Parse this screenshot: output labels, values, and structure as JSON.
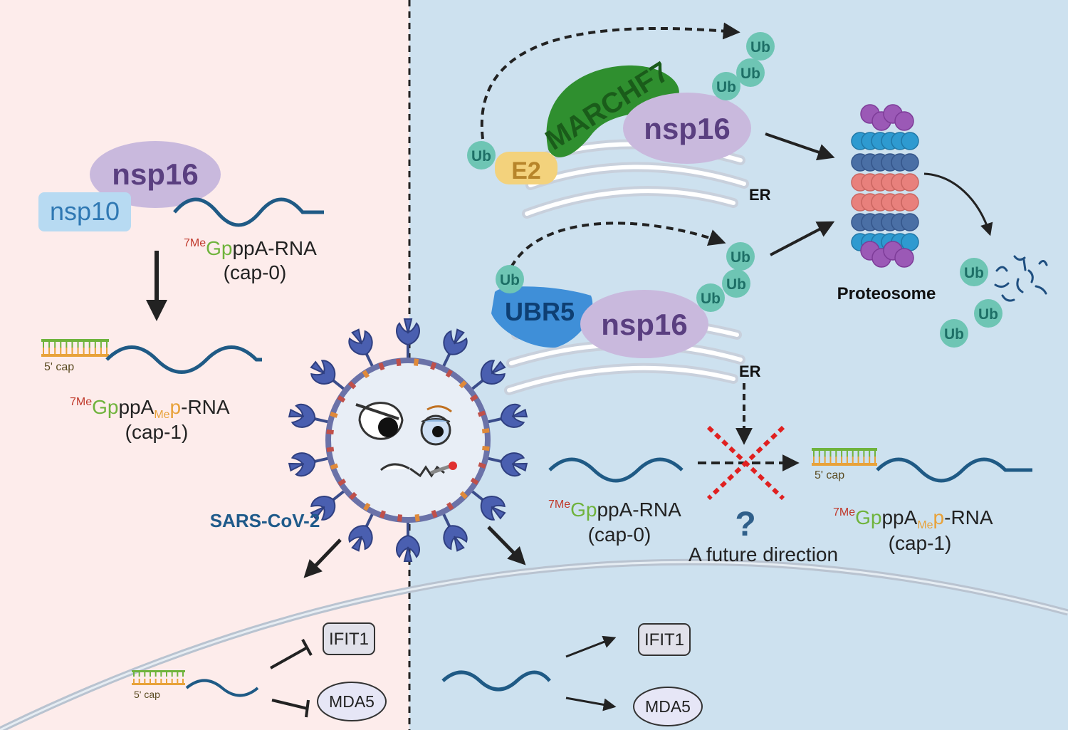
{
  "colors": {
    "left_bg": "#fdeceb",
    "right_bg": "#cde1ef",
    "nsp_purple": "#c9b9dd",
    "nsp_text": "#5a3f80",
    "nsp10_box": "#b7daf2",
    "nsp10_text": "#2f78b3",
    "rna_wave": "#1f5a85",
    "ub_teal": "#6ec5b4",
    "ub_text": "#1d6f66",
    "e2_fill": "#f3d27c",
    "e2_text": "#b7852a",
    "marchf7_fill": "#2f8f2f",
    "marchf7_text": "#1a5c1a",
    "ubr5_fill": "#3f8fd8",
    "ubr5_text": "#0e3f73",
    "red_cross": "#e02020",
    "cap_green": "#6fb33c",
    "cap_orange": "#e8a23a",
    "me_red": "#c0392b"
  },
  "left": {
    "nsp16_label": "nsp16",
    "nsp10_label": "nsp10",
    "cap0": {
      "sup": "7Me",
      "g": "Gp",
      "rest": "ppA-RNA",
      "name": "(cap-0)"
    },
    "cap_label": "5' cap",
    "cap1": {
      "sup": "7Me",
      "g": "Gp",
      "mid": "ppA",
      "sub": "Me",
      "p": "p",
      "rest": "-RNA",
      "name": "(cap-1)"
    },
    "virus_label": "SARS-CoV-2",
    "ifit1": "IFIT1",
    "mda5": "MDA5",
    "bottom_cap_label": "5' cap"
  },
  "right": {
    "ub": "Ub",
    "e2": "E2",
    "marchf7": "MARCHF7",
    "nsp16_top": "nsp16",
    "er_top": "ER",
    "ubr5": "UBR5",
    "nsp16_bottom": "nsp16",
    "er_bottom": "ER",
    "proteosome": "Proteosome",
    "cap0": {
      "sup": "7Me",
      "g": "Gp",
      "rest": "ppA-RNA",
      "name": "(cap-0)"
    },
    "question": "?",
    "future": "A future direction",
    "cap_label": "5' cap",
    "cap1": {
      "sup": "7Me",
      "g": "Gp",
      "mid": "ppA",
      "sub": "Me",
      "p": "p",
      "rest": "-RNA",
      "name": "(cap-1)"
    },
    "ifit1": "IFIT1",
    "mda5": "MDA5"
  }
}
